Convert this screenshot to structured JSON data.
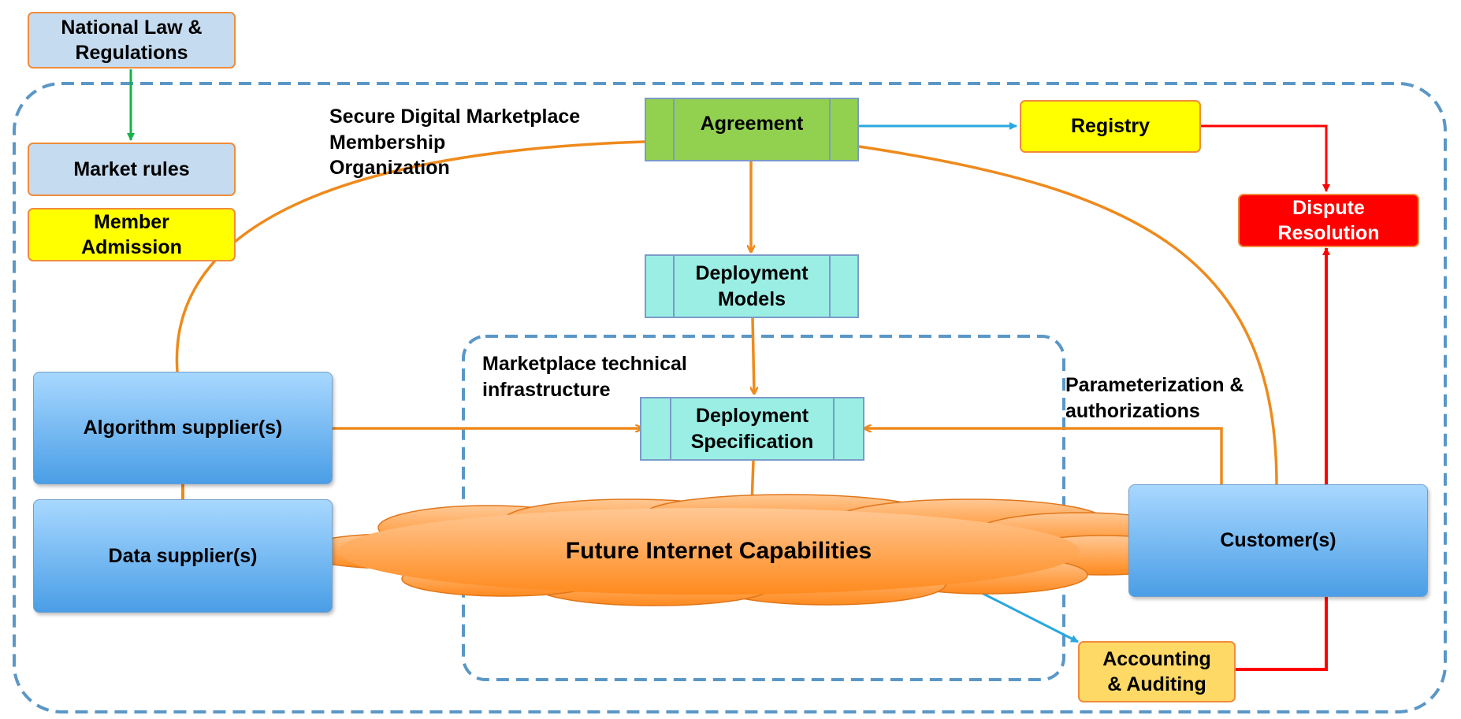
{
  "boxes": {
    "national_law": "National Law &\nRegulations",
    "market_rules": "Market rules",
    "member_admission": "Member\nAdmission",
    "agreement": "Agreement",
    "registry": "Registry",
    "dispute_resolution": "Dispute\nResolution",
    "deployment_models": "Deployment\nModels",
    "deployment_specification": "Deployment\nSpecification",
    "algorithm_suppliers": "Algorithm supplier(s)",
    "data_suppliers": "Data supplier(s)",
    "customers": "Customer(s)",
    "accounting_auditing": "Accounting\n& Auditing"
  },
  "labels": {
    "membership_org": "Secure Digital Marketplace\nMembership\nOrganization",
    "technical_infra": "Marketplace technical\ninfrastructure",
    "parameterization": "Parameterization &\nauthorizations",
    "cloud": "Future Internet Capabilities"
  },
  "colors": {
    "orange_arrow": "#ee8a1c",
    "blue_arrow": "#2aa7e0",
    "red_arrow": "#ff0000",
    "green_arrow": "#17b04a",
    "dashed_border": "#5b97c6"
  }
}
